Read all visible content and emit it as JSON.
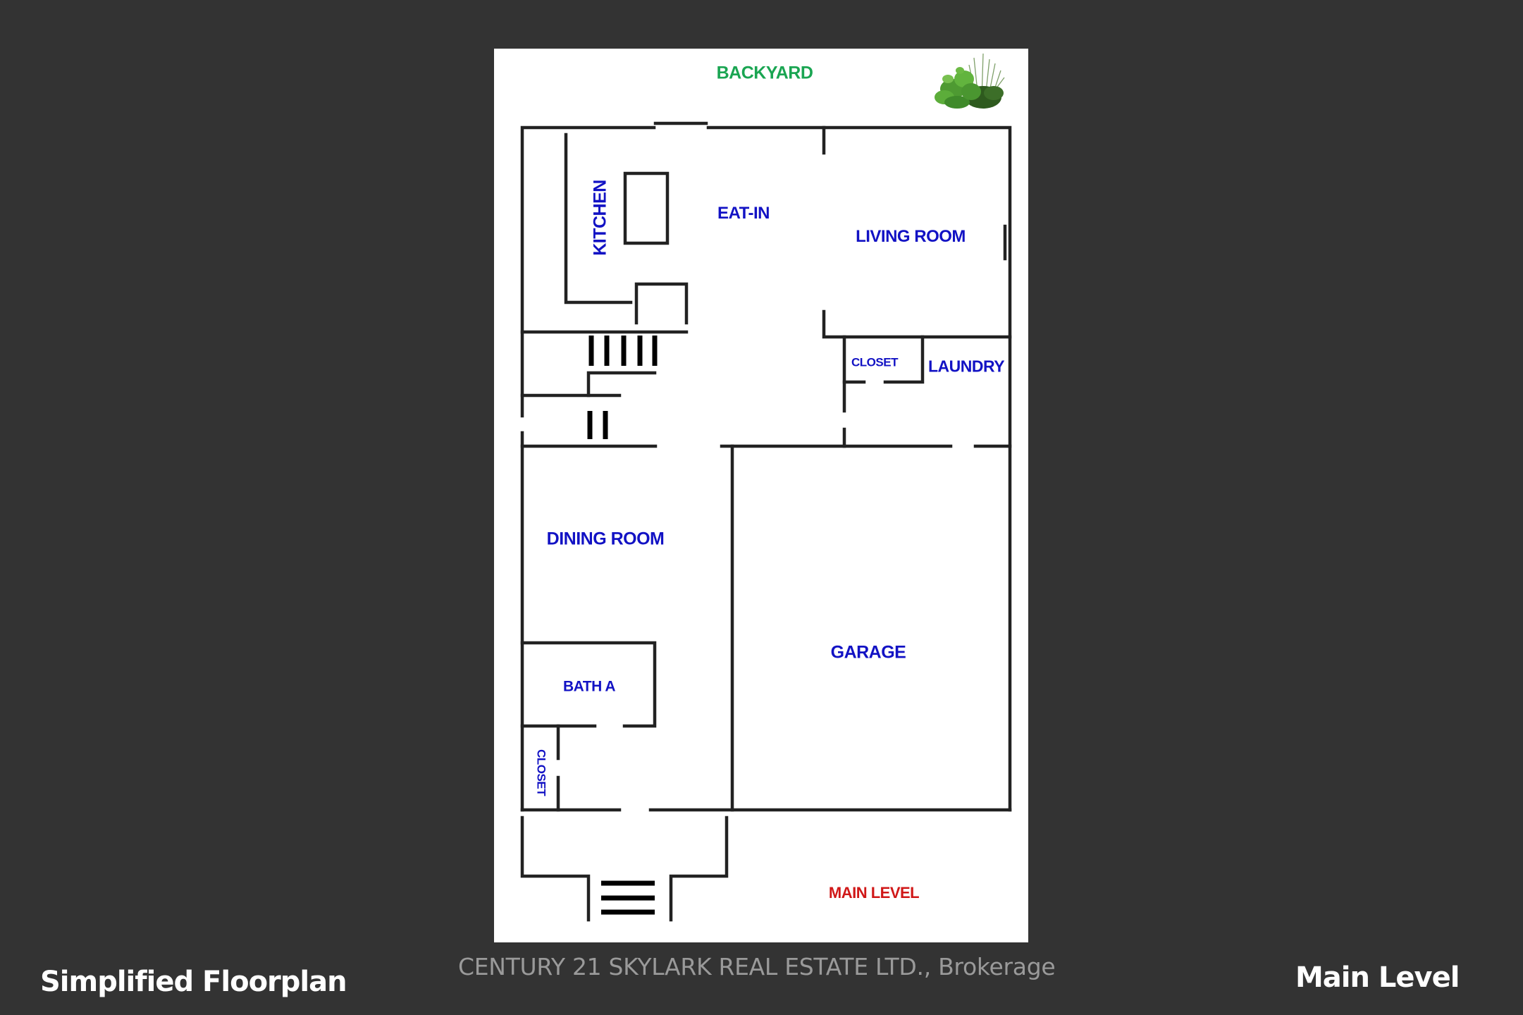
{
  "colors": {
    "background": "#333333",
    "panel": "#ffffff",
    "wall": "#222222",
    "room_label": "#1212c4",
    "backyard_label": "#1aa552",
    "level_label": "#d01818",
    "caption_white": "#ffffff",
    "caption_gray": "#9a9a9a"
  },
  "plan": {
    "outdoor_label": "BACKYARD",
    "level_tag": "MAIN LEVEL",
    "decoration": "plant-icon",
    "rooms": [
      {
        "id": "kitchen",
        "label": "KITCHEN",
        "orientation": "vertical-up"
      },
      {
        "id": "eat-in",
        "label": "EAT-IN",
        "orientation": "horizontal"
      },
      {
        "id": "living-room",
        "label": "LIVING ROOM",
        "orientation": "horizontal"
      },
      {
        "id": "closet-laundry",
        "label": "CLOSET",
        "orientation": "horizontal"
      },
      {
        "id": "laundry",
        "label": "LAUNDRY",
        "orientation": "horizontal"
      },
      {
        "id": "dining-room",
        "label": "DINING ROOM",
        "orientation": "horizontal"
      },
      {
        "id": "bath-a",
        "label": "BATH A",
        "orientation": "horizontal"
      },
      {
        "id": "closet-bath",
        "label": "CLOSET",
        "orientation": "vertical-down"
      },
      {
        "id": "garage",
        "label": "GARAGE",
        "orientation": "horizontal"
      }
    ]
  },
  "captions": {
    "left": "Simplified Floorplan",
    "center": "CENTURY 21 SKYLARK REAL ESTATE LTD., Brokerage",
    "right": "Main Level"
  }
}
